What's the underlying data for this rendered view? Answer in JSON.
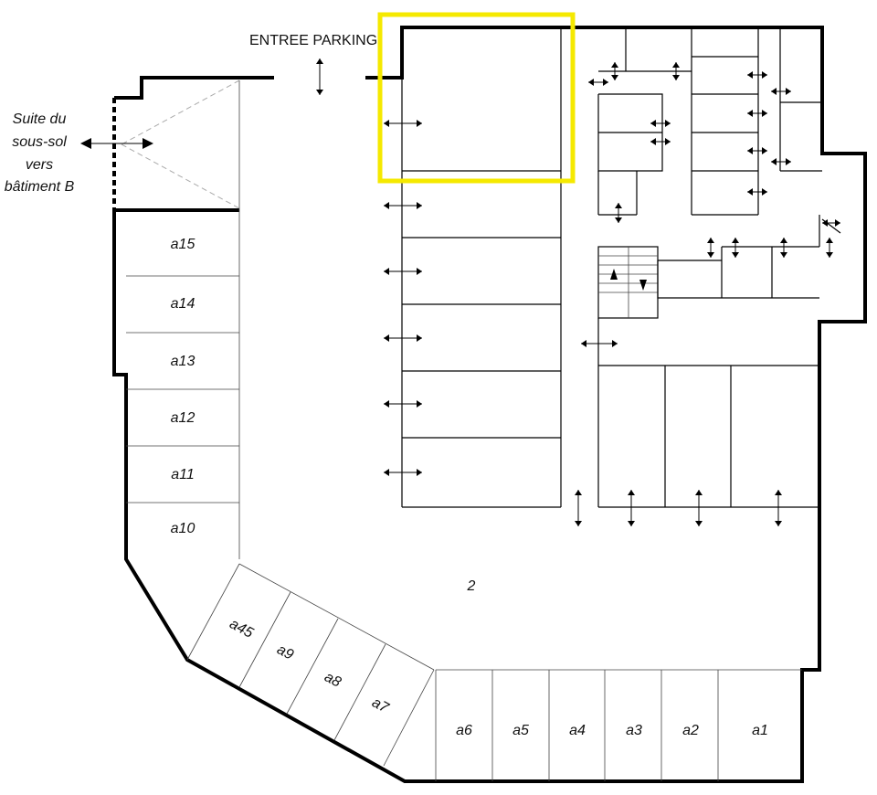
{
  "entrance_label": "ENTREE PARKING",
  "side_note": [
    "Suite du",
    "sous-sol",
    "vers",
    "bâtiment B"
  ],
  "zone_label": "2",
  "spots": {
    "a15": "a15",
    "a14": "a14",
    "a13": "a13",
    "a12": "a12",
    "a11": "a11",
    "a10": "a10",
    "a45": "a45",
    "a9": "a9",
    "a8": "a8",
    "a7": "a7",
    "a6": "a6",
    "a5": "a5",
    "a4": "a4",
    "a3": "a3",
    "a2": "a2",
    "a1": "a1"
  },
  "highlight_color": "#f5e900"
}
